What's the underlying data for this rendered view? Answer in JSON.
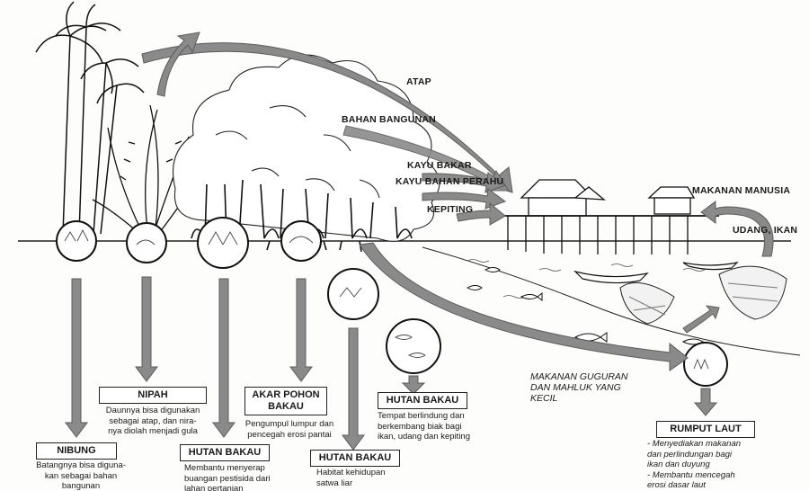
{
  "flow_labels": {
    "atap": "ATAP",
    "bahan_bangunan": "BAHAN BANGUNAN",
    "kayu_bakar": "KAYU BAKAR",
    "kayu_bahan_perahu": "KAYU BAHAN PERAHU",
    "kepiting": "KEPITING",
    "makanan_manusia": "MAKANAN MANUSIA",
    "udang_ikan": "UDANG, IKAN",
    "makanan_guguran": "MAKANAN GUGURAN\nDAN MAHLUK YANG\nKECIL"
  },
  "boxes": {
    "nipah": {
      "title": "NIPAH",
      "desc": "Daunnya bisa digunakan\nsebagai atap, dan nira-\nnya diolah menjadi gula"
    },
    "akar": {
      "title": "AKAR POHON\nBAKAU",
      "desc": "Pengumpul lumpur dan\npencegah erosi pantai"
    },
    "hutan_ikan": {
      "title": "HUTAN BAKAU",
      "desc": "Tempat berlindung dan\nberkembang biak bagi\nikan, udang dan kepiting"
    },
    "nibung": {
      "title": "NIBUNG",
      "desc": "Batangnya bisa diguna-\nkan sebagai bahan\nbangunan"
    },
    "hutan_pestisida": {
      "title": "HUTAN BAKAU",
      "desc": "Membantu menyerap\nbuangan pestisida dari\nlahan pertanian"
    },
    "hutan_satwa": {
      "title": "HUTAN BAKAU",
      "desc": "Habitat kehidupan\nsatwa liar"
    },
    "rumput": {
      "title": "RUMPUT LAUT",
      "desc": "-  Menyediakan makanan\n   dan perlindungan bagi\n   ikan dan duyung\n-  Membantu mencegah\n   erosi dasar laut"
    }
  },
  "colors": {
    "ink": "#1a1a1a",
    "arrow_fill": "#8a8a8a",
    "arrow_stroke": "#5c5c5c",
    "water": "#f4f4f2"
  }
}
